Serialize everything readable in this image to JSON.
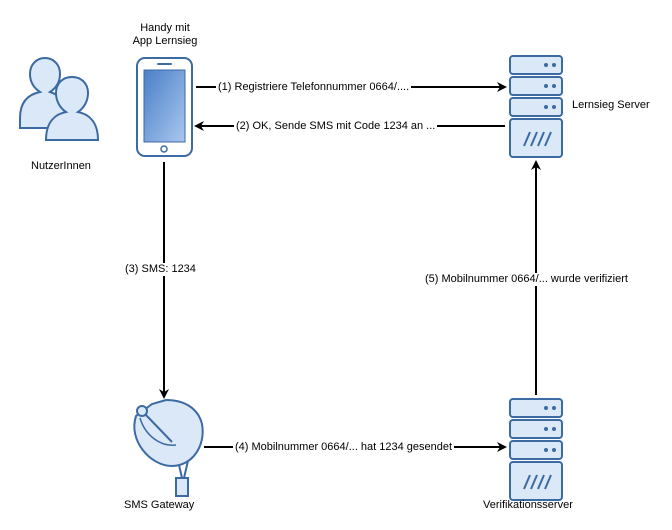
{
  "nodes": {
    "users": {
      "label": "NutzerInnen",
      "icon": "users-icon"
    },
    "phone": {
      "label_line1": "Handy mit",
      "label_line2": "App Lernsieg",
      "icon": "smartphone-icon"
    },
    "lernsieg_server": {
      "label": "Lernsieg Server",
      "icon": "server-icon"
    },
    "sms_gateway": {
      "label": "SMS Gateway",
      "icon": "satellite-dish-icon"
    },
    "verification_server": {
      "label": "Verifikationsserver",
      "icon": "server-icon"
    }
  },
  "edges": {
    "e1": {
      "label": "(1) Registriere Telefonnummer 0664/...."
    },
    "e2": {
      "label": "(2) OK, Sende SMS mit Code 1234 an ..."
    },
    "e3": {
      "label": "(3) SMS: 1234"
    },
    "e4": {
      "label": "(4) Mobilnummer 0664/... hat 1234 gesendet"
    },
    "e5": {
      "label": "(5) Mobilnummer 0664/... wurde verifiziert"
    }
  },
  "colors": {
    "icon_stroke": "#3c6aa3",
    "icon_fill": "#dbe8f7",
    "screen_gradient_top": "#4a7fc8",
    "screen_gradient_bottom": "#a9c7ee",
    "arrow": "#000000"
  }
}
